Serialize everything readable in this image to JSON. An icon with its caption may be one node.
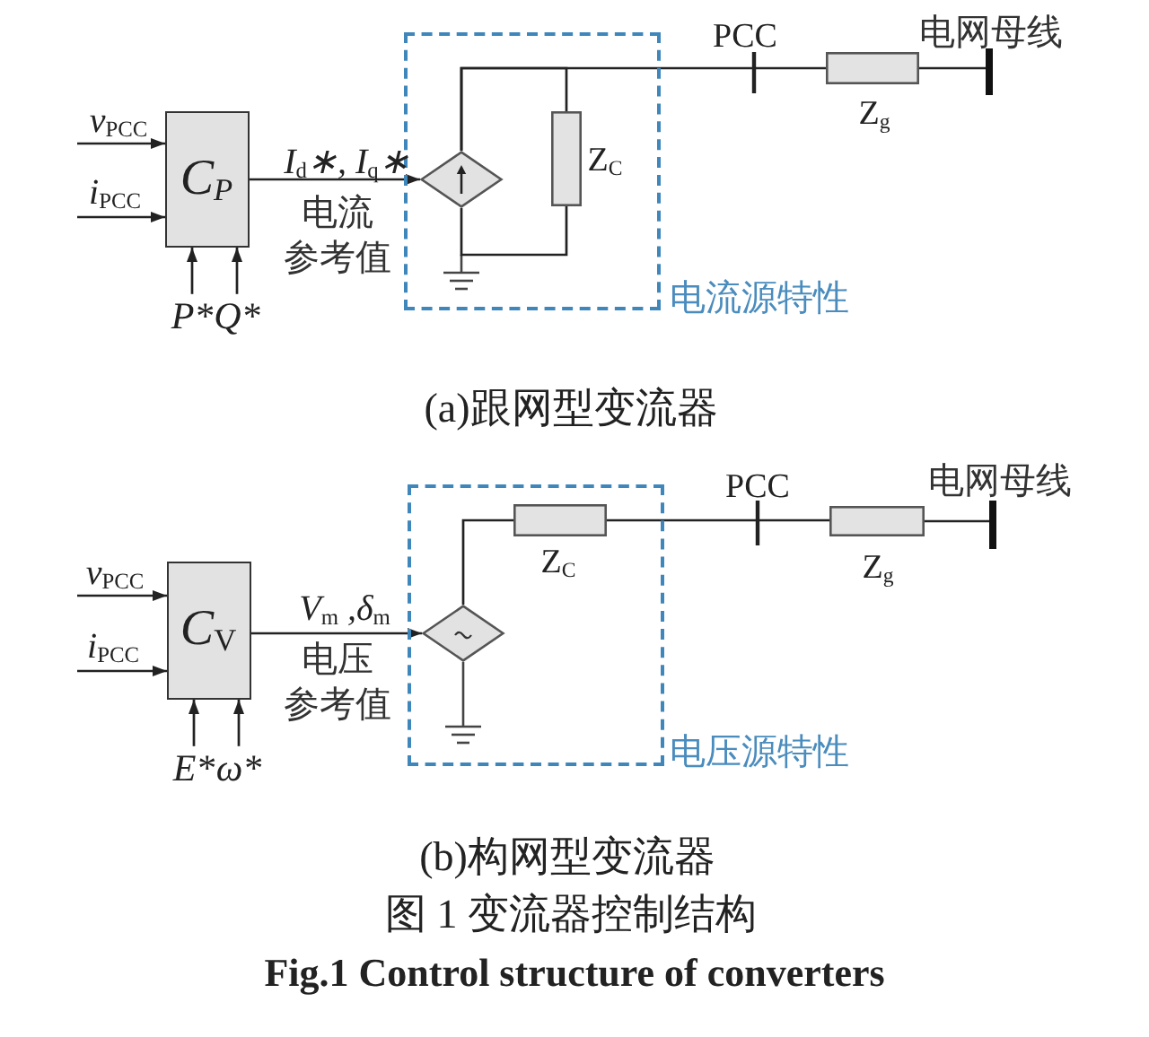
{
  "diagram": {
    "caption": "图 1 变流器控制结构",
    "nodes": [
      {
        "text": [
          "C$_{P}$"
        ]
      },
      {
        "text": [
          "P*"
        ]
      },
      {
        "text": [
          "Q*"
        ]
      },
      {
        "text": [
          "电流源特性"
        ]
      },
      {
        "text": [],
        "shape": "diamond",
        "in": 3
      },
      {
        "text": [],
        "shape": "box",
        "in": 3,
        "beside": [
          "Z$_{C}$"
        ]
      },
      {
        "text": [],
        "shape": "box",
        "beside": [
          "Z$_{g}$"
        ]
      },
      {
        "text": [],
        "shape": "bar",
        "beside": [
          "电网母线"
        ]
      },
      {
        "text": [
          "C$_{V}$"
        ]
      },
      {
        "text": [
          "E*"
        ]
      },
      {
        "text": [
          "ω*"
        ]
      },
      {
        "text": [
          "电压源特性"
        ]
      },
      {
        "text": [],
        "shape": "diamond",
        "in": 11
      },
      {
        "text": [],
        "shape": "box",
        "in": 11,
        "beside": [
          "Z$_{C}$"
        ]
      },
      {
        "text": [],
        "shape": "box",
        "beside": [
          "Z$_{g}$"
        ]
      },
      {
        "text": [],
        "shape": "bar",
        "beside": [
          "电网母线"
        ]
      }
    ],
    "edges": [
      {
        "from": null,
        "to": 0,
        "arrow": "to",
        "label": "v$_{PCC}$"
      },
      {
        "from": null,
        "to": 0,
        "arrow": "to",
        "label": "i$_{PCC}$"
      },
      {
        "from": 1,
        "to": 0,
        "arrow": "to"
      },
      {
        "from": 2,
        "to": 0,
        "arrow": "to"
      },
      {
        "from": 0,
        "to": 4,
        "arrow": "to",
        "label": "I$_{d}$∗, I$_{q}$∗"
      },
      {
        "from": 4,
        "to": 5,
        "arrow": "none"
      },
      {
        "from": 4,
        "to": 6,
        "arrow": "none"
      },
      {
        "from": 5,
        "to": 4,
        "arrow": "none"
      },
      {
        "from": 6,
        "to": 7,
        "arrow": "none"
      },
      {
        "from": null,
        "to": 8,
        "arrow": "to",
        "label": "v$_{PCC}$"
      },
      {
        "from": null,
        "to": 8,
        "arrow": "to",
        "label": "i$_{PCC}$"
      },
      {
        "from": 9,
        "to": 8,
        "arrow": "to"
      },
      {
        "from": 10,
        "to": 8,
        "arrow": "to"
      },
      {
        "from": 8,
        "to": 12,
        "arrow": "to",
        "label": "V$_{m}$ ,δ$_{m}$"
      },
      {
        "from": 12,
        "to": 13,
        "arrow": "none"
      },
      {
        "from": 13,
        "to": 14,
        "arrow": "none"
      },
      {
        "from": 14,
        "to": 15,
        "arrow": "none"
      }
    ],
    "labels": [
      "PCC",
      "电流参考值",
      "(a)跟网型变流器",
      "PCC",
      "电压参考值",
      "(b)构网型变流器",
      "Fig.1 Control structure of converters"
    ]
  }
}
